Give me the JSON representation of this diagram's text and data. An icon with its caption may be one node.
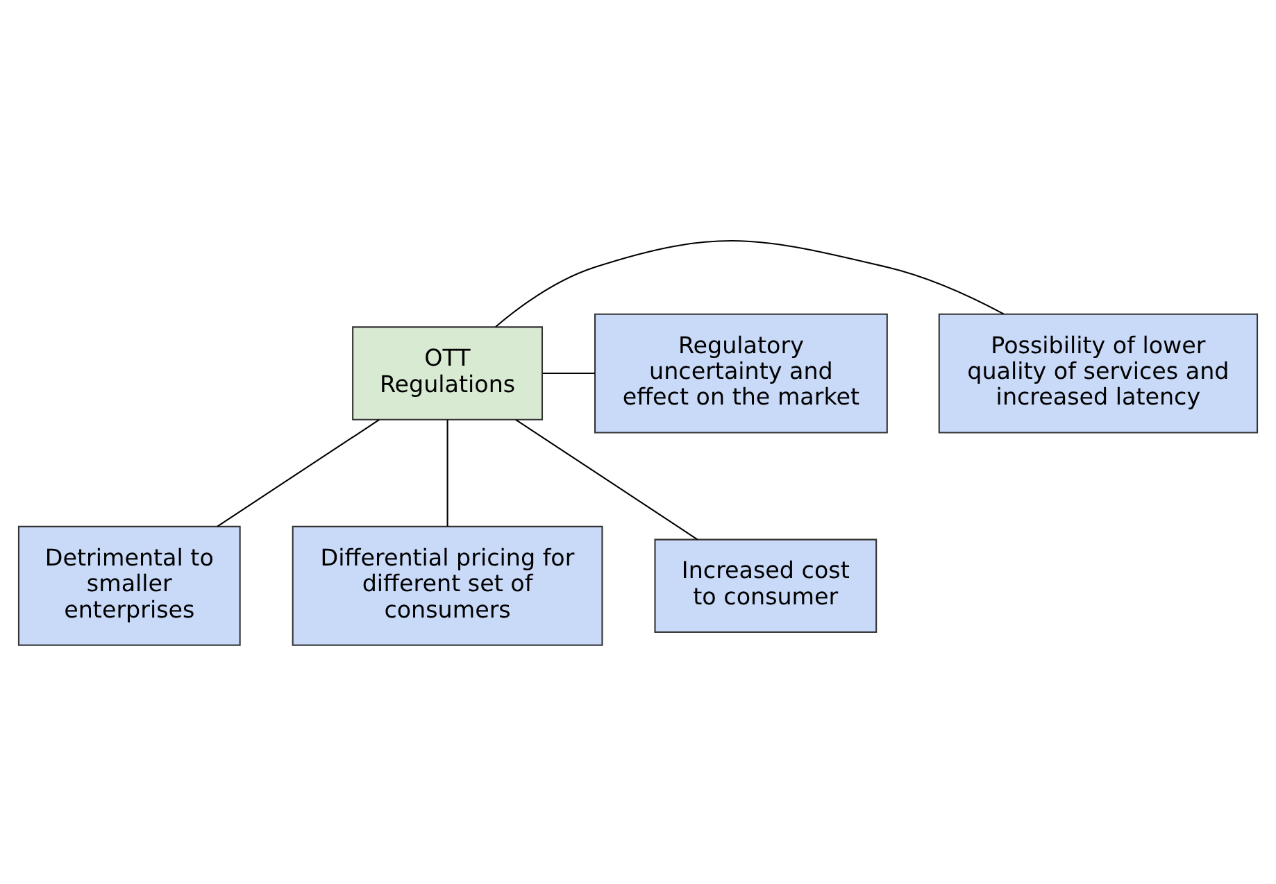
{
  "diagram": {
    "nodes": [
      {
        "text": [
          "OTT Regulations"
        ]
      },
      {
        "text": [
          "Possibility of lower quality of services and increased latency"
        ]
      },
      {
        "text": [
          "Regulatory uncertainty and effect on the market"
        ]
      },
      {
        "text": [
          "Detrimental to smaller enterprises"
        ]
      },
      {
        "text": [
          "Differential pricing for different set of consumers"
        ]
      },
      {
        "text": [
          "Increased cost to consumer"
        ]
      }
    ],
    "edges": [
      {
        "from": 0,
        "to": 1,
        "arrow": "none"
      },
      {
        "from": 0,
        "to": 2,
        "arrow": "none"
      },
      {
        "from": 0,
        "to": 3,
        "arrow": "none"
      },
      {
        "from": 0,
        "to": 4,
        "arrow": "none"
      },
      {
        "from": 0,
        "to": 5,
        "arrow": "none"
      }
    ]
  }
}
